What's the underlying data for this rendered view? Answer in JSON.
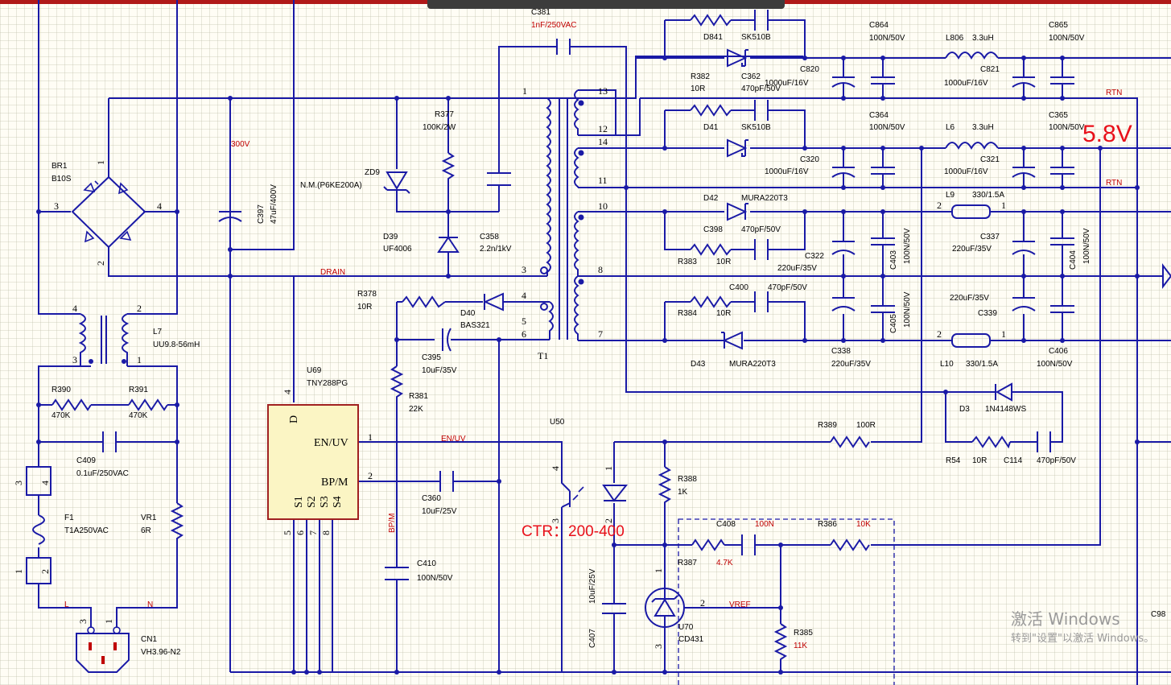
{
  "watermark": {
    "line1": "激活 Windows",
    "line2": "转到\"设置\"以激活 Windows。"
  },
  "highlights": {
    "output_voltage": "5.8V",
    "ctr": "CTR：200-400"
  },
  "nets": {
    "drain": "DRAIN",
    "enuv": "EN/UV",
    "bpm": "BP/M",
    "vref": "VREF",
    "rtn1": "RTN",
    "rtn2": "RTN",
    "l": "L",
    "n": "N",
    "v300": "300V"
  },
  "components": {
    "c381": {
      "ref": "C381",
      "val": "1nF/250VAC"
    },
    "d841": {
      "ref": "D841",
      "val": "SK510B"
    },
    "r382": {
      "ref": "R382",
      "val": "10R"
    },
    "c362": {
      "ref": "C362",
      "val": "470pF/50V"
    },
    "c820": {
      "ref": "C820",
      "val": "1000uF/16V"
    },
    "c864": {
      "ref": "C864",
      "val": "100N/50V"
    },
    "l806": {
      "ref": "L806",
      "val": "3.3uH"
    },
    "c821": {
      "ref": "C821",
      "val": "1000uF/16V"
    },
    "c865": {
      "ref": "C865",
      "val": "100N/50V"
    },
    "d41": {
      "ref": "D41",
      "val": "SK510B"
    },
    "c320": {
      "ref": "C320",
      "val": "1000uF/16V"
    },
    "c364": {
      "ref": "C364",
      "val": "100N/50V"
    },
    "l6": {
      "ref": "L6",
      "val": "3.3uH"
    },
    "c321": {
      "ref": "C321",
      "val": "1000uF/16V"
    },
    "c365": {
      "ref": "C365",
      "val": "100N/50V"
    },
    "d42": {
      "ref": "D42",
      "val": "MURA220T3"
    },
    "c398": {
      "ref": "C398",
      "val": "470pF/50V"
    },
    "r383": {
      "ref": "R383",
      "val": "10R"
    },
    "c322": {
      "ref": "C322",
      "val": "220uF/35V"
    },
    "c403": {
      "ref": "C403",
      "val": "100N/50V"
    },
    "l9": {
      "ref": "L9",
      "val": "330/1.5A"
    },
    "c337": {
      "ref": "C337",
      "val": "220uF/35V"
    },
    "c404": {
      "ref": "C404",
      "val": "100N/50V"
    },
    "c400": {
      "ref": "C400",
      "val": "470pF/50V"
    },
    "r384": {
      "ref": "R384",
      "val": "10R"
    },
    "c405": {
      "ref": "C405",
      "val": "100N/50V"
    },
    "c339": {
      "ref": "C339",
      "val": "220uF/35V"
    },
    "d43": {
      "ref": "D43",
      "val": "MURA220T3"
    },
    "c338": {
      "ref": "C338",
      "val": "220uF/35V"
    },
    "l10": {
      "ref": "L10",
      "val": "330/1.5A"
    },
    "c406": {
      "ref": "C406",
      "val": "100N/50V"
    },
    "d3": {
      "ref": "D3",
      "val": "1N4148WS"
    },
    "r54": {
      "ref": "R54",
      "val": "10R"
    },
    "c114": {
      "ref": "C114",
      "val": "470pF/50V"
    },
    "r389": {
      "ref": "R389",
      "val": "100R"
    },
    "br1": {
      "ref": "BR1",
      "val": "B10S"
    },
    "c397": {
      "ref": "C397",
      "val": "47uF/400V"
    },
    "zd9": {
      "ref": "ZD9",
      "val": "N.M.(P6KE200A)"
    },
    "r377": {
      "ref": "R377",
      "val": "100K/2W"
    },
    "d39": {
      "ref": "D39",
      "val": "UF4006"
    },
    "c358": {
      "ref": "C358",
      "val": "2.2n/1kV"
    },
    "t1": {
      "ref": "T1"
    },
    "l7": {
      "ref": "L7",
      "val": "UU9.8-56mH"
    },
    "r378": {
      "ref": "R378",
      "val": "10R"
    },
    "d40": {
      "ref": "D40",
      "val": "BAS321"
    },
    "c395": {
      "ref": "C395",
      "val": "10uF/35V"
    },
    "r381": {
      "ref": "R381",
      "val": "22K"
    },
    "u69": {
      "ref": "U69",
      "val": "TNY288PG"
    },
    "r390": {
      "ref": "R390",
      "val": "470K"
    },
    "r391": {
      "ref": "R391",
      "val": "470K"
    },
    "c409": {
      "ref": "C409",
      "val": "0.1uF/250VAC"
    },
    "f1": {
      "ref": "F1",
      "val": "T1A250VAC"
    },
    "vr1": {
      "ref": "VR1",
      "val": "6R"
    },
    "cn1": {
      "ref": "CN1",
      "val": "VH3.96-N2"
    },
    "c360": {
      "ref": "C360",
      "val": "10uF/25V"
    },
    "c410": {
      "ref": "C410",
      "val": "100N/50V"
    },
    "u50": {
      "ref": "U50"
    },
    "r388": {
      "ref": "R388",
      "val": "1K"
    },
    "c408": {
      "ref": "C408",
      "val": "100N"
    },
    "r386": {
      "ref": "R386",
      "val": "10K"
    },
    "r387": {
      "ref": "R387",
      "val": "4.7K"
    },
    "c407": {
      "ref": "C407",
      "val": "10uF/25V"
    },
    "u70": {
      "ref": "U70",
      "val": "CD431"
    },
    "r385": {
      "ref": "R385",
      "val": "11K"
    },
    "c98": {
      "ref": "C98"
    }
  },
  "ic_pins": {
    "d": "D",
    "enuv": "EN/UV",
    "bpm": "BP/M",
    "s1": "S1",
    "s2": "S2",
    "s3": "S3",
    "s4": "S4"
  },
  "pins": {
    "t1_1": "1",
    "t1_13": "13",
    "t1_12": "12",
    "t1_14": "14",
    "t1_11": "11",
    "t1_10": "10",
    "t1_3": "3",
    "t1_8": "8",
    "t1_4": "4",
    "t1_5": "5",
    "t1_6": "6",
    "t1_7": "7",
    "br_1": "1",
    "br_2": "2",
    "br_3": "3",
    "br_4": "4",
    "l7_4": "4",
    "l7_2": "2",
    "l7_3": "3",
    "l7_1": "1",
    "u69_4": "4",
    "u69_1": "1",
    "u69_2": "2",
    "u69_5": "5",
    "u69_6": "6",
    "u69_7": "7",
    "u69_8": "8",
    "u50_4": "4",
    "u50_1": "1",
    "u50_3": "3",
    "u50_2": "2",
    "l9_2": "2",
    "l9_1": "1",
    "l10_2": "2",
    "l10_1": "1",
    "f_3": "3",
    "f_4": "4",
    "f_1": "1",
    "f_2": "2",
    "cn_3": "3",
    "cn_1": "1",
    "u70_1": "1",
    "u70_2": "2",
    "u70_3": "3"
  },
  "colors": {
    "wire": "#1a1aa6",
    "label_red": "#c00000",
    "highlight_red": "#e8101a",
    "ic_fill": "#fbf5c4",
    "ic_border": "#a02020",
    "grid_bg": "#fffdf5"
  }
}
